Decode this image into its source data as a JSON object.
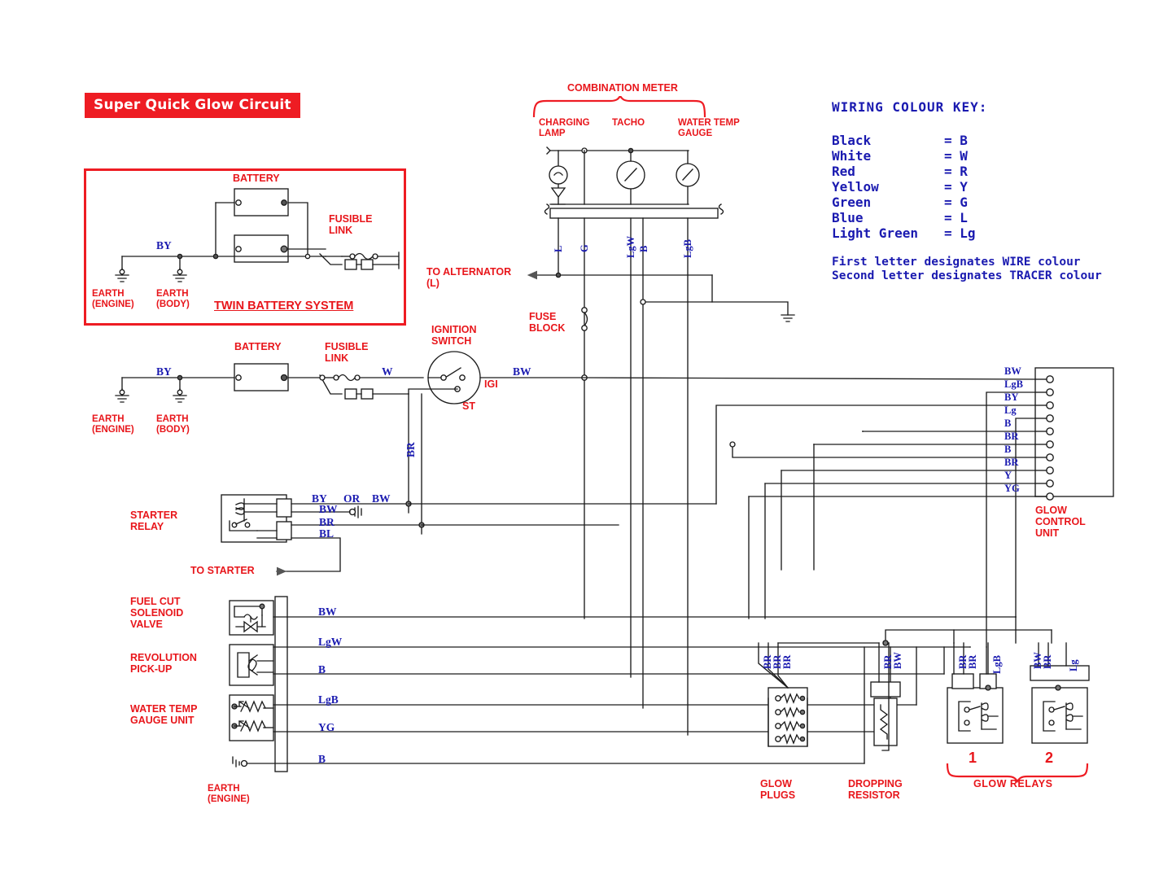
{
  "document": {
    "title": "Super Quick Glow Circuit",
    "type": "automotive wiring diagram"
  },
  "title_banner": {
    "text": "Super Quick Glow Circuit"
  },
  "twin_battery_panel": {
    "battery_label": "BATTERY",
    "fusible_link_label": "FUSIBLE\nLINK",
    "earth_engine_label": "EARTH\n(ENGINE)",
    "earth_body_label": "EARTH\n(BODY)",
    "panel_title": "TWIN BATTERY SYSTEM",
    "wire_by": "BY"
  },
  "main_battery": {
    "battery_label": "BATTERY",
    "fusible_link_label": "FUSIBLE\nLINK",
    "earth_engine_label": "EARTH\n(ENGINE)",
    "earth_body_label": "EARTH\n(BODY)",
    "wire_by": "BY",
    "wire_w": "W"
  },
  "ignition_switch": {
    "label": "IGNITION\nSWITCH",
    "terminal_igi": "IGI",
    "terminal_st": "ST",
    "wire_bw": "BW",
    "wire_br": "BR"
  },
  "combination_meter": {
    "title": "COMBINATION METER",
    "items": [
      {
        "label": "CHARGING\nLAMP"
      },
      {
        "label": "TACHO"
      },
      {
        "label": "WATER TEMP\nGAUGE"
      }
    ],
    "wires": [
      {
        "code": "L"
      },
      {
        "code": "G"
      },
      {
        "code": "LgW"
      },
      {
        "code": "B"
      },
      {
        "code": "LgB"
      }
    ]
  },
  "alternator": {
    "label": "TO ALTERNATOR\n(L)"
  },
  "fuse_block": {
    "label": "FUSE\nBLOCK"
  },
  "colour_key": {
    "heading": "WIRING COLOUR KEY:",
    "rows": [
      {
        "name": "Black",
        "code": "B"
      },
      {
        "name": "White",
        "code": "W"
      },
      {
        "name": "Red",
        "code": "R"
      },
      {
        "name": "Yellow",
        "code": "Y"
      },
      {
        "name": "Green",
        "code": "G"
      },
      {
        "name": "Blue",
        "code": "L"
      },
      {
        "name": "Light Green",
        "code": "Lg"
      }
    ],
    "note_line1": "First letter designates WIRE colour",
    "note_line2": "Second letter designates TRACER colour"
  },
  "starter_relay": {
    "label": "STARTER\nRELAY",
    "to_starter": "TO STARTER",
    "wires": [
      {
        "code": "BY"
      },
      {
        "code": "OR"
      },
      {
        "code": "BW"
      },
      {
        "code": "BW"
      },
      {
        "code": "BR"
      },
      {
        "code": "BL"
      }
    ]
  },
  "left_components": [
    {
      "label": "FUEL CUT\nSOLENOID\nVALVE"
    },
    {
      "label": "REVOLUTION\nPICK-UP"
    },
    {
      "label": "WATER TEMP\nGAUGE UNIT"
    }
  ],
  "left_earth": {
    "label": "EARTH\n(ENGINE)"
  },
  "left_bus_wires": [
    {
      "code": "BW"
    },
    {
      "code": "LgW"
    },
    {
      "code": "B"
    },
    {
      "code": "LgB"
    },
    {
      "code": "YG"
    },
    {
      "code": "B"
    }
  ],
  "glow_control_unit": {
    "label": "GLOW\nCONTROL\nUNIT",
    "pins": [
      {
        "code": "BW"
      },
      {
        "code": "LgB"
      },
      {
        "code": "BY"
      },
      {
        "code": "Lg"
      },
      {
        "code": "B"
      },
      {
        "code": "BR"
      },
      {
        "code": "B"
      },
      {
        "code": "BR"
      },
      {
        "code": "Y"
      },
      {
        "code": "YG"
      }
    ]
  },
  "glow_plugs": {
    "label": "GLOW\nPLUGS",
    "wires": [
      {
        "code": "BR"
      },
      {
        "code": "BR"
      },
      {
        "code": "BR"
      }
    ]
  },
  "dropping_resistor": {
    "label": "DROPPING\nRESISTOR",
    "wires": [
      {
        "code": "BR"
      },
      {
        "code": "BW"
      }
    ]
  },
  "glow_relays": {
    "label": "GLOW RELAYS",
    "relay1": {
      "number": "1",
      "wires": [
        {
          "code": "BR"
        },
        {
          "code": "BR"
        },
        {
          "code": "LgB"
        }
      ]
    },
    "relay2": {
      "number": "2",
      "wires": [
        {
          "code": "BW"
        },
        {
          "code": "BR"
        },
        {
          "code": "Lg"
        }
      ]
    }
  },
  "colors": {
    "red": "#ee1c23",
    "blue": "#1a1ab0",
    "wire": "#1c1c1c",
    "background": "#ffffff"
  }
}
